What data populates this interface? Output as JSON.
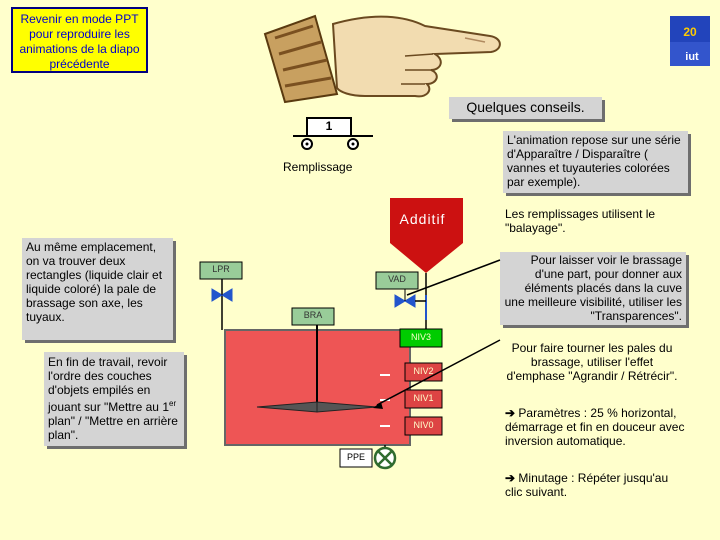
{
  "back_note": "Revenir en mode PPT pour reproduire les animations de la diapo précédente",
  "slide_badge": {
    "number": "20",
    "logo": "iut"
  },
  "title": "Quelques conseils.",
  "valve": {
    "number": "1",
    "label": "Remplissage"
  },
  "tip_animation": "L'animation repose sur une série d'Apparaître / Disparaître ( vannes et tuyauteries colorées par exemple).",
  "tip_sweep": "Les remplissages utilisent le \"balayage\".",
  "tip_transparency": "Pour laisser voir le brassage d'une part, pour donner aux éléments placés dans la cuve une meilleure visibilité, utiliser les \"Transparences\".",
  "tip_rotate": "Pour faire tourner les pales du brassage, utiliser l'effet d'emphase \"Agrandir / Rétrécir\".",
  "params": "Paramètres : 25 % horizontal, démarrage et fin en douceur avec inversion automatique.",
  "timing": "Minutage : Répéter jusqu'au clic suivant.",
  "tip_stack": "Au même emplacement, on va trouver deux rectangles (liquide clair et liquide coloré) la pale de brassage son axe, les tuyaux.",
  "tip_order_main": "En fin de travail, revoir l'ordre des couches d'objets empilés en jouant sur \"Mettre au 1",
  "tip_order_sup": "er",
  "tip_order_end": " plan\" / \"Mettre en arrière plan\".",
  "diagram": {
    "additive": "Additif",
    "lpr": "LPR",
    "vad": "VAD",
    "bra": "BRA",
    "niv3": "NIV3",
    "niv2": "NIV2",
    "niv1": "NIV1",
    "niv0": "NIV0",
    "ppe": "PPE"
  },
  "colors": {
    "tank": "#ee5555",
    "additive": "#cc1111",
    "note": "#ffff00",
    "tip_box": "#d4d4d4",
    "level_green": "#00cc00"
  }
}
